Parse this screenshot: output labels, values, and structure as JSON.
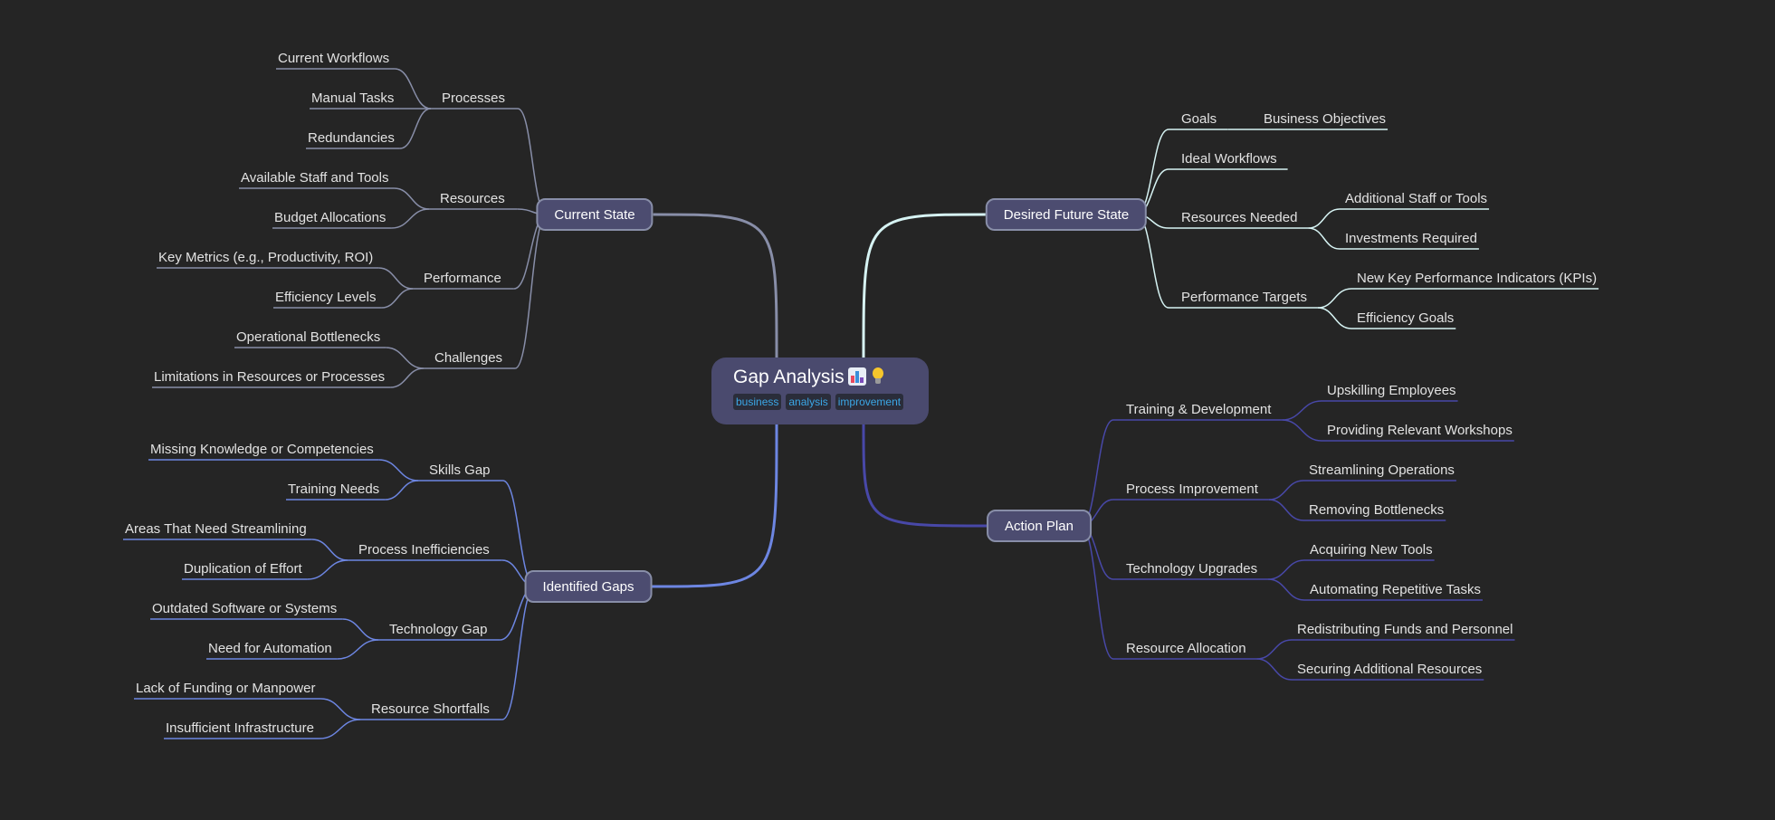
{
  "root": {
    "title": "Gap Analysis",
    "icons": [
      "bar-chart-icon",
      "light-bulb-icon"
    ],
    "tags": [
      "business",
      "analysis",
      "improvement"
    ]
  },
  "branches": [
    {
      "id": "current",
      "label": "Current State",
      "color": "#888ea8",
      "subs": [
        {
          "label": "Processes",
          "leaves": [
            "Current Workflows",
            "Manual Tasks",
            "Redundancies"
          ]
        },
        {
          "label": "Resources",
          "leaves": [
            "Available Staff and Tools",
            "Budget Allocations"
          ]
        },
        {
          "label": "Performance",
          "leaves": [
            "Key Metrics (e.g., Productivity, ROI)",
            "Efficiency Levels"
          ]
        },
        {
          "label": "Challenges",
          "leaves": [
            "Operational Bottlenecks",
            "Limitations in Resources or Processes"
          ]
        }
      ]
    },
    {
      "id": "gaps",
      "label": "Identified Gaps",
      "color": "#6d86e2",
      "subs": [
        {
          "label": "Skills Gap",
          "leaves": [
            "Missing Knowledge or Competencies",
            "Training Needs"
          ]
        },
        {
          "label": "Process Inefficiencies",
          "leaves": [
            "Areas That Need Streamlining",
            "Duplication of Effort"
          ]
        },
        {
          "label": "Technology Gap",
          "leaves": [
            "Outdated Software or Systems",
            "Need for Automation"
          ]
        },
        {
          "label": "Resource Shortfalls",
          "leaves": [
            "Lack of Funding or Manpower",
            "Insufficient Infrastructure"
          ]
        }
      ]
    },
    {
      "id": "future",
      "label": "Desired Future State",
      "color": "#d6f3f3",
      "subs": [
        {
          "label": "Goals",
          "leaves": [
            "Business Objectives"
          ]
        },
        {
          "label": "Ideal Workflows",
          "leaves": []
        },
        {
          "label": "Resources Needed",
          "leaves": [
            "Additional Staff or Tools",
            "Investments Required"
          ]
        },
        {
          "label": "Performance Targets",
          "leaves": [
            "New Key Performance Indicators (KPIs)",
            "Efficiency Goals"
          ]
        }
      ]
    },
    {
      "id": "action",
      "label": "Action Plan",
      "color": "#4848a8",
      "subs": [
        {
          "label": "Training & Development",
          "leaves": [
            "Upskilling Employees",
            "Providing Relevant Workshops"
          ]
        },
        {
          "label": "Process Improvement",
          "leaves": [
            "Streamlining Operations",
            "Removing Bottlenecks"
          ]
        },
        {
          "label": "Technology Upgrades",
          "leaves": [
            "Acquiring New Tools",
            "Automating Repetitive Tasks"
          ]
        },
        {
          "label": "Resource Allocation",
          "leaves": [
            "Redistributing Funds and Personnel",
            "Securing Additional Resources"
          ]
        }
      ]
    }
  ]
}
